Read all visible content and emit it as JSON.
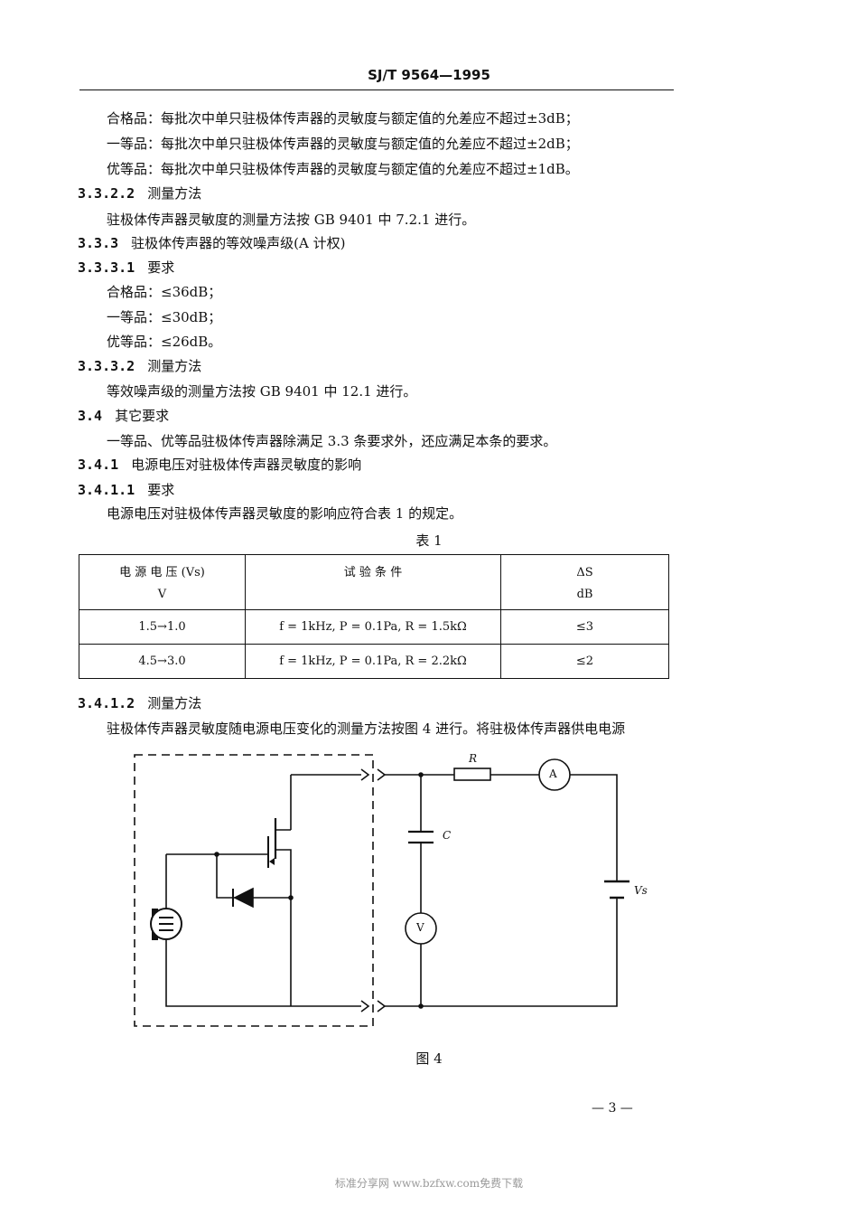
{
  "header": {
    "title": "SJ/T 9564—1995"
  },
  "lines": [
    "合格品：每批次中单只驻极体传声器的灵敏度与额定值的允差应不超过±3dB；",
    "一等品：每批次中单只驻极体传声器的灵敏度与额定值的允差应不超过±2dB；",
    "优等品：每批次中单只驻极体传声器的灵敏度与额定值的允差应不超过±1dB。"
  ],
  "s3322": {
    "num": "3.3.2.2",
    "title": "测量方法",
    "text": "驻极体传声器灵敏度的测量方法按 GB 9401 中 7.2.1 进行。"
  },
  "s333": {
    "num": "3.3.3",
    "title": "驻极体传声器的等效噪声级(A 计权)"
  },
  "s3331": {
    "num": "3.3.3.1",
    "title": "要求",
    "items": [
      "合格品：≤36dB；",
      "一等品：≤30dB；",
      "优等品：≤26dB。"
    ]
  },
  "s3332": {
    "num": "3.3.3.2",
    "title": "测量方法",
    "text": "等效噪声级的测量方法按 GB 9401 中 12.1 进行。"
  },
  "s34": {
    "num": "3.4",
    "title": "其它要求",
    "text": "一等品、优等品驻极体传声器除满足 3.3 条要求外，还应满足本条的要求。"
  },
  "s341": {
    "num": "3.4.1",
    "title": "电源电压对驻极体传声器灵敏度的影响"
  },
  "s3411": {
    "num": "3.4.1.1",
    "title": "要求",
    "text": "电源电压对驻极体传声器灵敏度的影响应符合表 1 的规定。"
  },
  "table1": {
    "caption": "表 1",
    "headers": [
      {
        "line1": "电 源 电 压 (Vs)",
        "line2": "V"
      },
      {
        "line1": "试 验 条 件",
        "line2": ""
      },
      {
        "line1": "ΔS",
        "line2": "dB"
      }
    ],
    "rows": [
      {
        "voltage": "1.5→1.0",
        "condition": "f = 1kHz, P = 0.1Pa, R = 1.5kΩ",
        "ds": "≤3"
      },
      {
        "voltage": "4.5→3.0",
        "condition": "f = 1kHz, P = 0.1Pa, R = 2.2kΩ",
        "ds": "≤2"
      }
    ]
  },
  "s3412": {
    "num": "3.4.1.2",
    "title": "测量方法",
    "text": "驻极体传声器灵敏度随电源电压变化的测量方法按图 4 进行。将驻极体传声器供电电源"
  },
  "figure": {
    "caption": "图 4",
    "label_r": "R",
    "label_c": "C",
    "label_vs": "Vs",
    "ammeter": "A",
    "voltmeter": "V"
  },
  "page_number": "— 3 —",
  "footer": "标准分享网 www.bzfxw.com免费下载"
}
